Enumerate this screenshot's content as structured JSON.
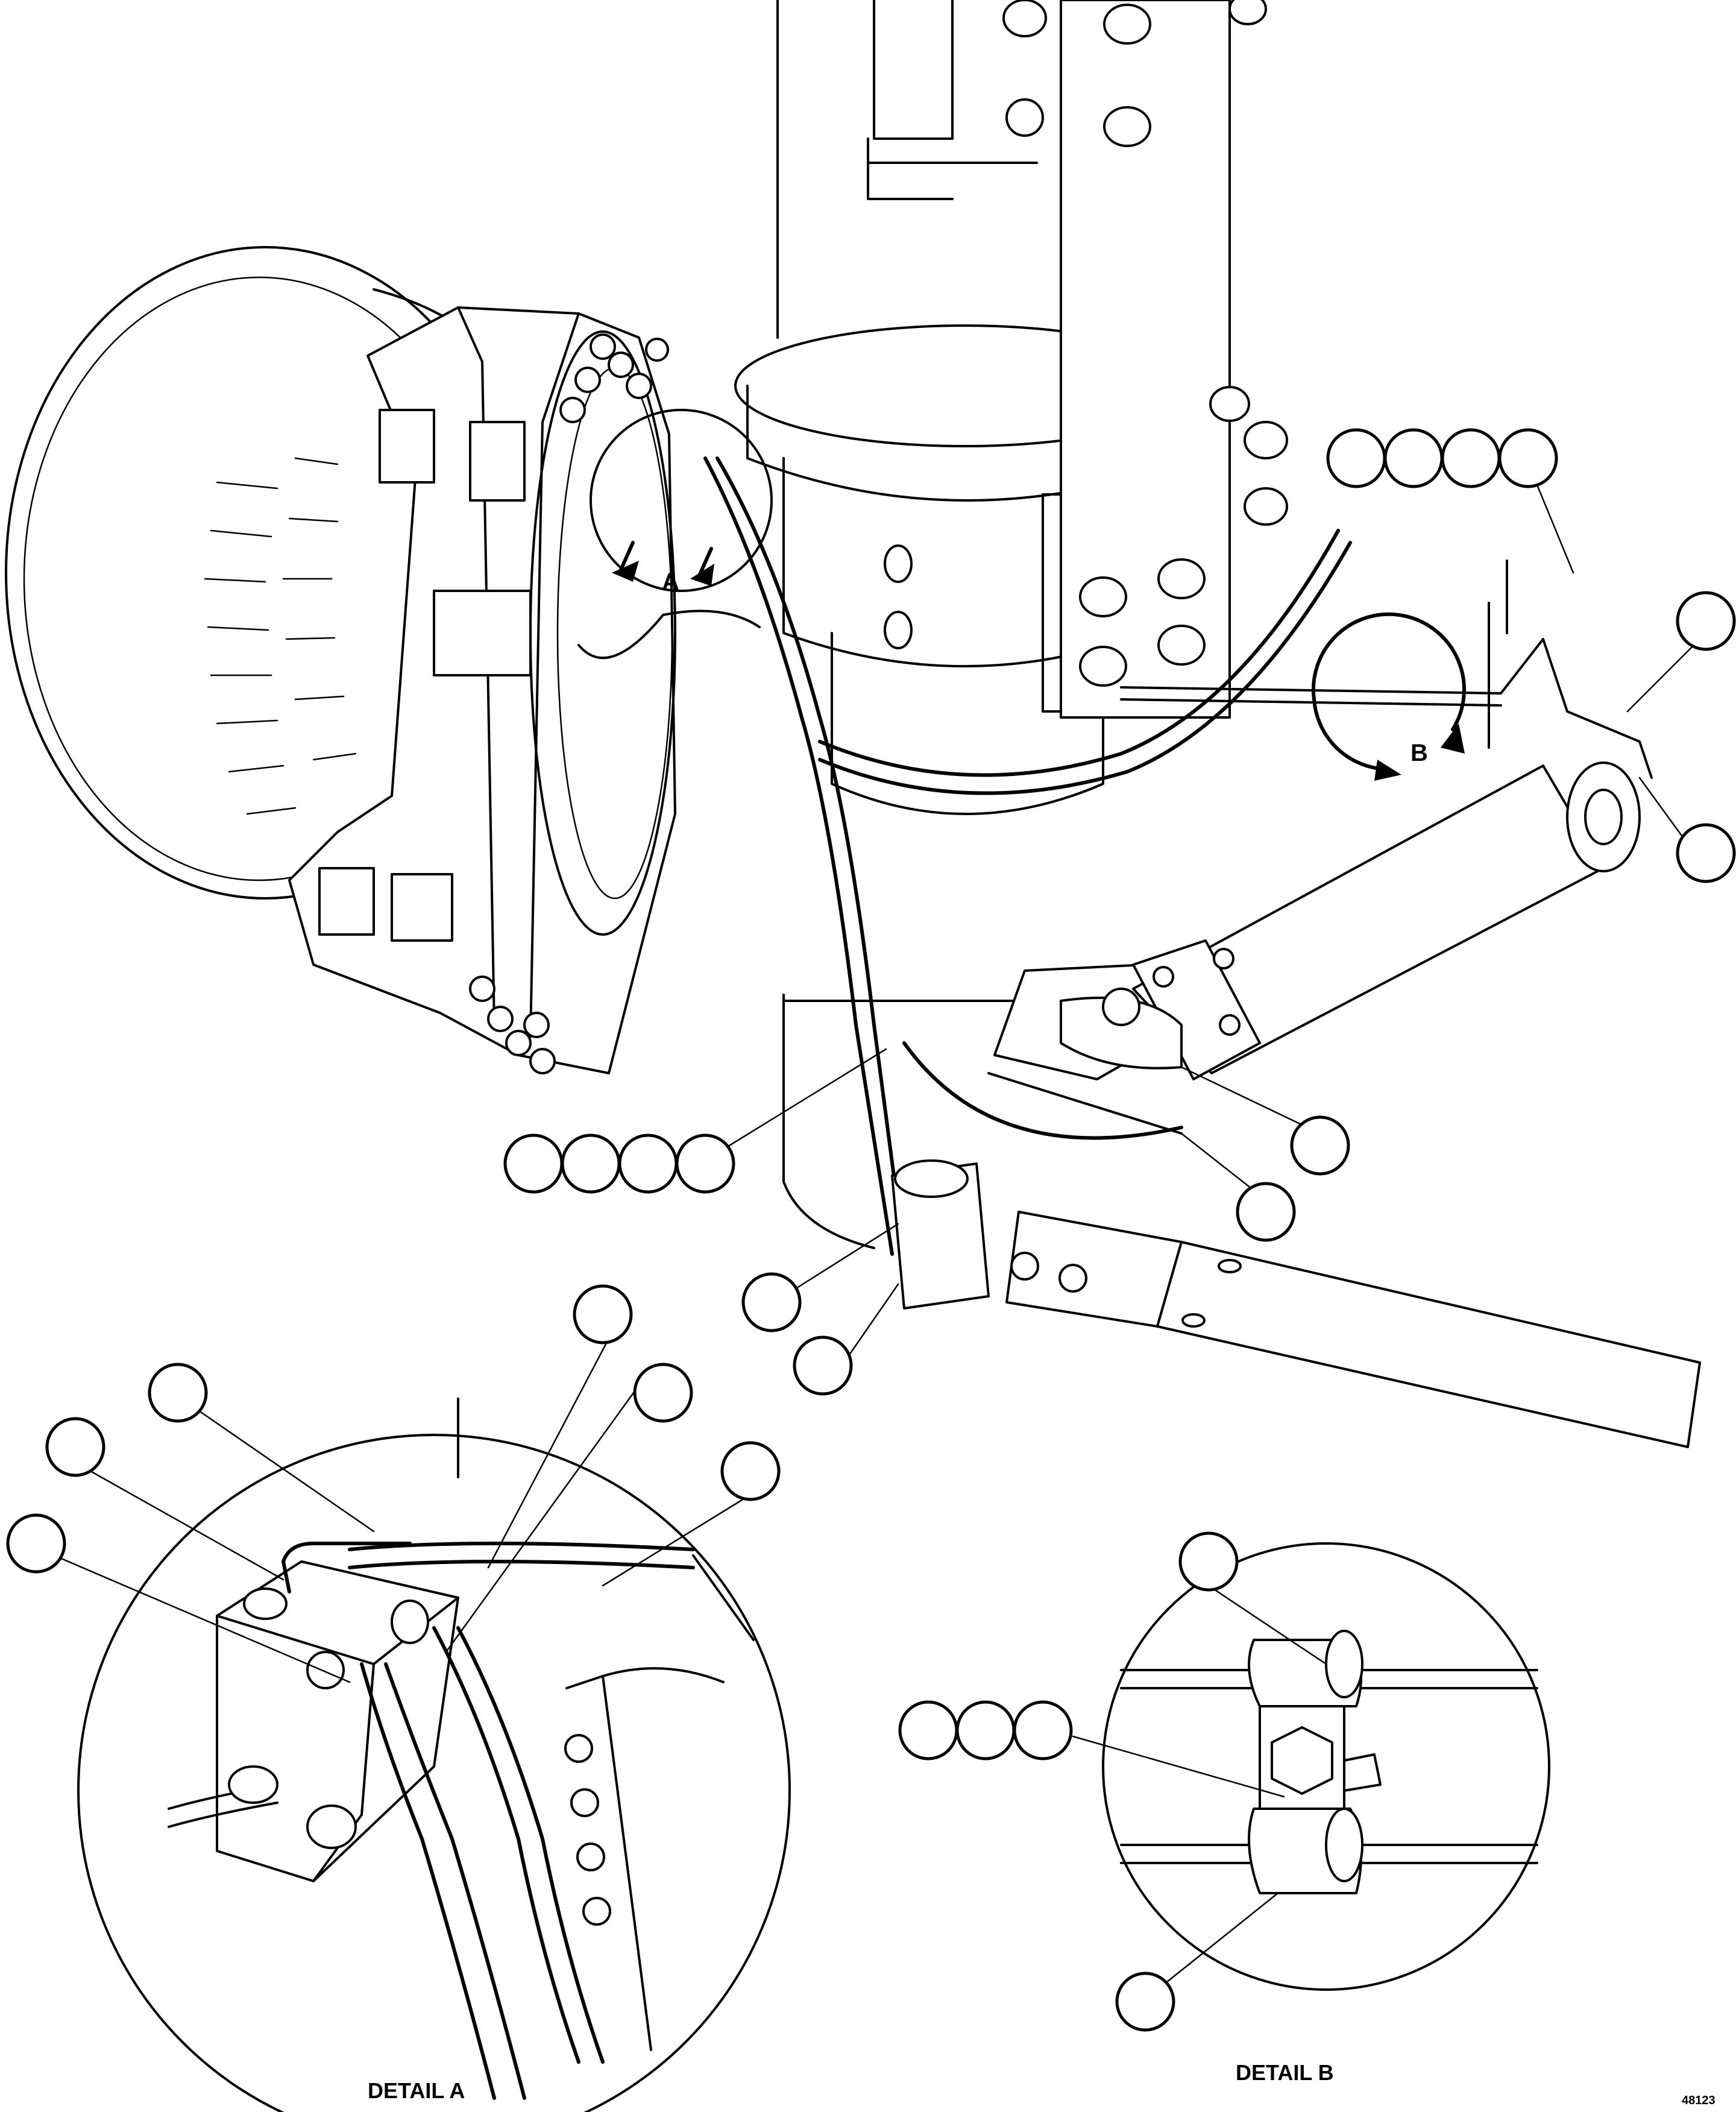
{
  "labels": {
    "detail_a_marker": "A",
    "detail_b_marker": "B",
    "detail_a_caption": "DETAIL A",
    "detail_b_caption": "DETAIL B",
    "sheet_id": "48123"
  },
  "callout_groups": {
    "top_right_group": 4,
    "middle_left_group": 4,
    "detail_b_group": 3
  }
}
